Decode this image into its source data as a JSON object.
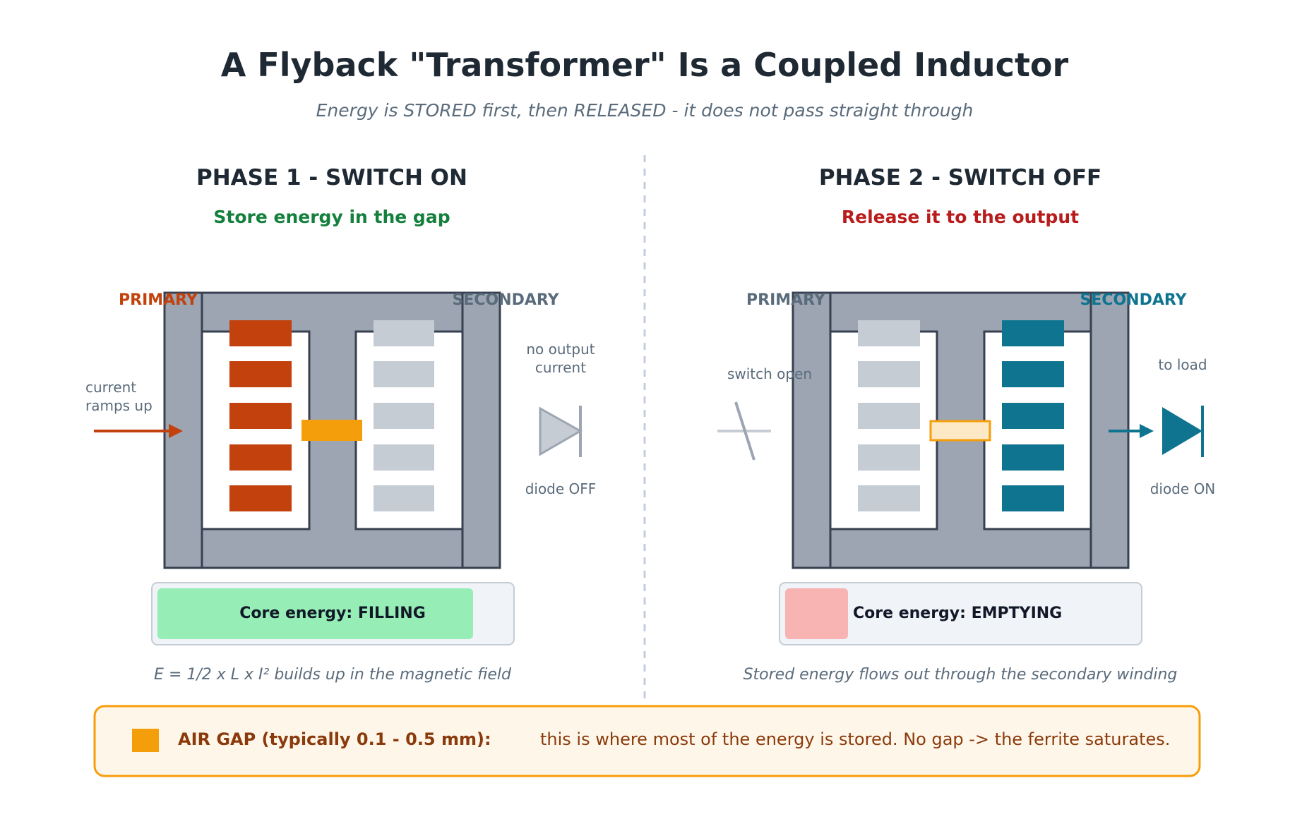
{
  "title": "A Flyback \"Transformer\" Is a Coupled Inductor",
  "subtitle": "Energy is STORED first, then RELEASED - it does not pass straight through",
  "colors": {
    "primary_orange": "#c2410c",
    "secondary_teal": "#0e7490",
    "core_grey": "#9ca5b1",
    "inactive_winding": "#c5ccd4",
    "air_gap": "#f59e0b",
    "filling_green": "#96eeb6",
    "emptying_red": "#f8b3b3",
    "phase1_accent": "#15803d",
    "phase2_accent": "#b91c1c"
  },
  "phase1": {
    "title": "PHASE 1  -  SWITCH ON",
    "subtitle": "Store energy in the gap",
    "primary_label": "PRIMARY",
    "secondary_label": "SECONDARY",
    "input_note_line1": "current",
    "input_note_line2": "ramps up",
    "output_note_line1": "no output",
    "output_note_line2": "current",
    "diode_label": "diode OFF",
    "meter_label": "Core energy:  FILLING",
    "meter_level": 0.9,
    "formula": "E = 1/2 x L x I²  builds up in the magnetic field",
    "icons": [
      "arrow-right-icon",
      "diode-icon"
    ]
  },
  "phase2": {
    "title": "PHASE 2  -  SWITCH OFF",
    "subtitle": "Release it to the output",
    "primary_label": "PRIMARY",
    "secondary_label": "SECONDARY",
    "switch_note": "switch open",
    "output_note": "to load",
    "diode_label": "diode ON",
    "meter_label": "Core energy:  EMPTYING",
    "meter_level": 0.18,
    "formula": "Stored energy flows out through the secondary winding",
    "icons": [
      "open-switch-icon",
      "arrow-right-icon",
      "diode-icon"
    ]
  },
  "footer": {
    "bold": "AIR GAP  (typically 0.1 - 0.5 mm):",
    "text": "this is where most of the energy is stored.  No gap  ->  the ferrite saturates."
  }
}
